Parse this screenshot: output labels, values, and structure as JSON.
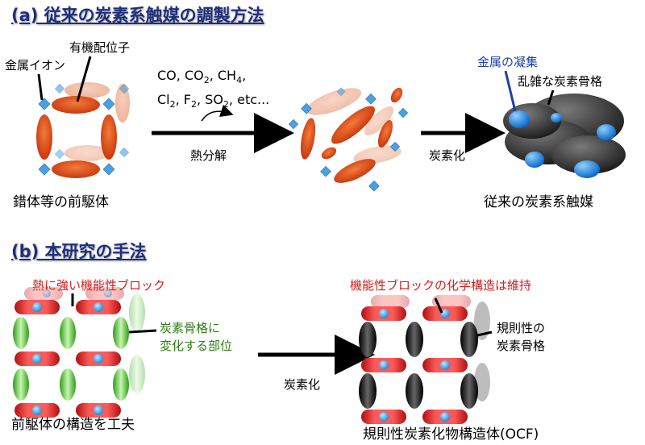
{
  "section_a": {
    "title": "(a) 従来の炭素系触媒の調製方法",
    "label_metal_ion": "金属イオン",
    "label_ligand": "有機配位子",
    "label_precursor": "錯体等の前駆体",
    "gases_line1": "CO, CO",
    "gases_line1_sub1": "2",
    "gases_line1_mid": ", CH",
    "gases_line1_sub2": "4",
    "gases_line1_end": ",",
    "gases_line2_a": "Cl",
    "gases_line2_sub1": "2",
    "gases_line2_b": ", F",
    "gases_line2_sub2": "2",
    "gases_line2_c": ", SO",
    "gases_line2_sub3": "2",
    "gases_line2_d": ", etc...",
    "label_pyrolysis": "熱分解",
    "label_carbonization": "炭素化",
    "label_metal_aggregation": "金属の凝集",
    "label_random_skeleton": "乱雑な炭素骨格",
    "label_conventional_catalyst": "従来の炭素系触媒"
  },
  "section_b": {
    "title": "(b) 本研究の手法",
    "label_heat_resistant_block": "熱に強い機能性ブロック",
    "label_skeleton_part_1": "炭素骨格に",
    "label_skeleton_part_2": "変化する部位",
    "label_design_precursor": "前駆体の構造を工夫",
    "label_carbonization": "炭素化",
    "label_retained_structure": "機能性ブロックの化学構造は維持",
    "label_regular_skeleton_1": "規則性の",
    "label_regular_skeleton_2": "炭素骨格",
    "label_ocf": "規則性炭素化物構造体(OCF)"
  },
  "colors": {
    "title_blue": "#1f2f7a",
    "ellipse_orange": "#d9461a",
    "ion_blue": "#4aa0e0",
    "catalyst_gray": "#3a3a3a",
    "metal_blue": "#1e88e5",
    "block_red": "#d01c1c",
    "block_green": "#5ccf3a",
    "label_red": "#d41d1d",
    "label_green": "#2e7d14"
  }
}
